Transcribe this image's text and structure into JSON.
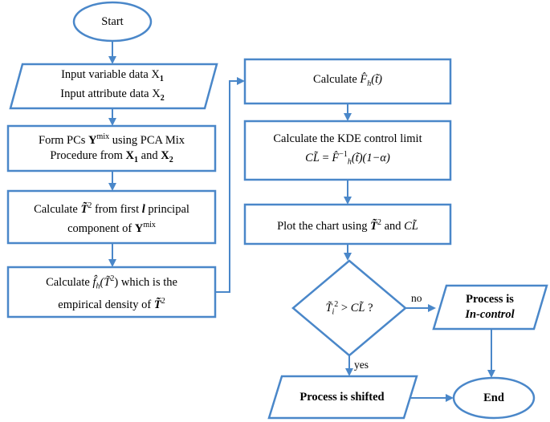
{
  "colors": {
    "stroke": "#4a87c9",
    "fill": "#ffffff",
    "text": "#000000"
  },
  "nodes": {
    "start": {
      "label": "Start"
    },
    "input": {
      "line1": "Input variable data X",
      "line1_sub": "1",
      "line2": "Input attribute data X",
      "line2_sub": "2"
    },
    "form_pcs": {
      "line1_a": "Form PCs ",
      "line1_Y": "Y",
      "line1_sup": "mix",
      "line1_b": " using PCA Mix",
      "line2_a": "Procedure from ",
      "line2_X1": "X",
      "line2_X1_sub": "1",
      "line2_and": " and ",
      "line2_X2": "X",
      "line2_X2_sub": "2"
    },
    "calc_t2": {
      "line1_a": "Calculate ",
      "line1_T": "T̃",
      "line1_sup": "2",
      "line1_b": " from first ",
      "line1_l": "l",
      "line1_c": " principal",
      "line2_a": "component of ",
      "line2_Y": "Y",
      "line2_sup": "mix"
    },
    "calc_fh": {
      "line1_a": "Calculate ",
      "line1_f": "f̂",
      "line1_sub": "h",
      "line1_arg": "(T̃",
      "line1_argsup": "2",
      "line1_close": ")",
      "line1_b": " which is the",
      "line2_a": "empirical density of ",
      "line2_T": "T̃",
      "line2_sup": "2"
    },
    "calc_Fh": {
      "a": "Calculate ",
      "F": "F̂",
      "sub": "h",
      "arg": "(t̃)"
    },
    "kde": {
      "line1": "Calculate the KDE control limit",
      "lhs": "CL̃",
      "eq": " = ",
      "F": "F̂",
      "sup": "−1",
      "sub": "h",
      "rest": "(t̃)(1−α)"
    },
    "plot": {
      "a": "Plot the chart using ",
      "T": "T̃",
      "sup": "2",
      "and": " and ",
      "CL": "CL̃"
    },
    "decision": {
      "T": "T̃",
      "sub": "i",
      "sup": "2",
      "gt": " > ",
      "CL": "CL̃",
      "q": " ?"
    },
    "in_control": {
      "line1": "Process is",
      "line2": "In-control"
    },
    "shifted": {
      "label": "Process is shifted"
    },
    "end": {
      "label": "End"
    }
  },
  "edges": {
    "no": "no",
    "yes": "yes"
  }
}
